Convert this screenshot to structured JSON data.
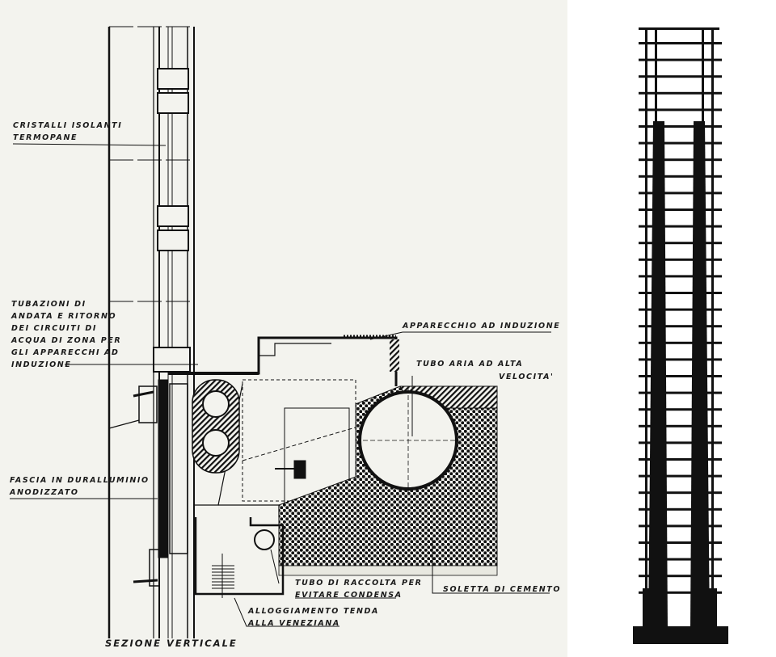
{
  "section_drawing": {
    "title": "SEZIONE VERTICALE",
    "labels": {
      "cristalli_1": "CRISTALLI ISOLANTI",
      "cristalli_2": "TERMOPANE",
      "tubazioni_1": "TUBAZIONI DI",
      "tubazioni_2": "ANDATA E RITORNO",
      "tubazioni_3": "DEI CIRCUITI DI",
      "tubazioni_4": "ACQUA DI ZONA PER",
      "tubazioni_5": "GLI APPARECCHI AD",
      "tubazioni_6": "INDUZIONE",
      "apparecchio": "APPARECCHIO AD INDUZIONE",
      "tubo_aria_1": "TUBO ARIA AD ALTA",
      "tubo_aria_2": "VELOCITA'",
      "fascia_1": "FASCIA IN DURALLUMINIO",
      "fascia_2": "ANODIZZATO",
      "raccolta_1": "TUBO DI RACCOLTA PER",
      "raccolta_2": "EVITARE CONDENSA",
      "soletta": "SOLETTA DI CEMENTO",
      "tenda_1": "ALLOGGIAMENTO TENDA",
      "tenda_2": "ALLA VENEZIANA"
    }
  },
  "colors": {
    "paper": "#f3f3ee",
    "ink": "#111111"
  }
}
